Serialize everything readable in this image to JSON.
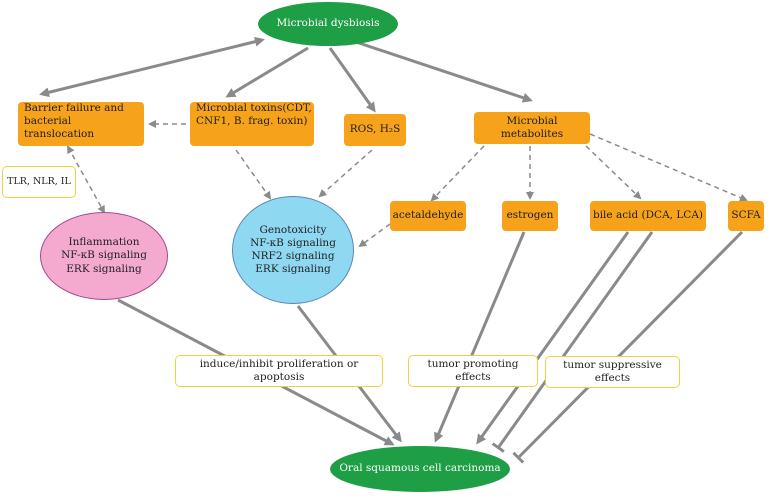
{
  "nodes": {
    "microbial_dysbiosis": "Microbial dysbiosis",
    "barrier_failure": [
      "Barrier failure and",
      "bacterial translocation"
    ],
    "microbial_toxins": [
      "Microbial toxins(CDT,",
      "CNF1, B. frag. toxin)"
    ],
    "ros": "ROS, H₂S",
    "microbial_metabolites": "Microbial metabolites",
    "tlr": "TLR, NLR, IL",
    "inflammation": [
      "Inflammation",
      "NF-κB signaling",
      "ERK  signaling"
    ],
    "genotoxicity": [
      "Genotoxicity",
      "NF-κB signaling",
      "NRF2 signaling",
      "ERK signaling"
    ],
    "acetaldehyde": "acetaldehyde",
    "estrogen": "estrogen",
    "bile_acid": "bile acid (DCA, LCA)",
    "scfa": "SCFA",
    "induce_inhibit": "induce/inhibit   proliferation or apoptosis",
    "tumor_promoting": "tumor promoting effects",
    "tumor_suppressive": "tumor suppressive effects",
    "oscc": "Oral squamous cell carcinoma"
  },
  "colors": {
    "green": "#1e9e45",
    "orange": "#f7a21b",
    "pink": "#f4a9cf",
    "blue": "#8fd8f2",
    "box_border": "#f4d03f",
    "arrow": "#8a8a8a"
  }
}
